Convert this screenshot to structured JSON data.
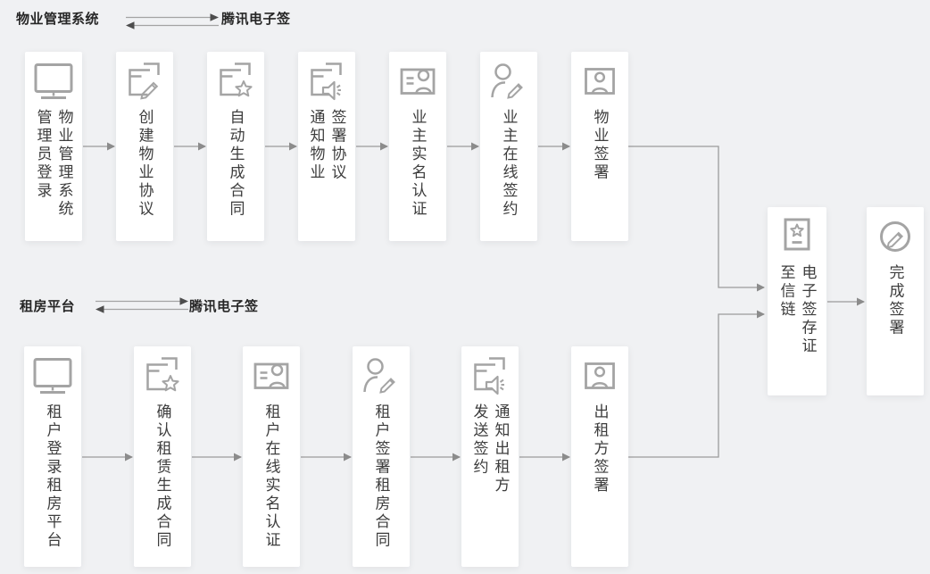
{
  "colors": {
    "background": "#f0f1f3",
    "box_background": "#ffffff",
    "icon_gray": "#a4a4a4",
    "step_text": "#3d3d3d",
    "header_text": "#262626",
    "arrow_line": "#9b9b9b",
    "arrow_head": "#8c8c8c",
    "header_arrow_head": "#4d4d4d"
  },
  "top_flow": {
    "header": {
      "left_label": "物业管理系统",
      "right_label": "腾讯电子签"
    },
    "boxes": [
      {
        "icon": "monitor-icon",
        "lines": [
          "管理员登录",
          "物业管理系统"
        ]
      },
      {
        "icon": "doc-pencil-icon",
        "lines": [
          "创建物业协议"
        ]
      },
      {
        "icon": "doc-star-icon",
        "lines": [
          "自动生成合同"
        ]
      },
      {
        "icon": "doc-megaphone-icon",
        "lines": [
          "通知物业",
          "签署协议"
        ]
      },
      {
        "icon": "id-card-icon",
        "lines": [
          "业主实名认证"
        ]
      },
      {
        "icon": "person-pencil-icon",
        "lines": [
          "业主在线签约"
        ]
      },
      {
        "icon": "person-frame-icon",
        "lines": [
          "物业签署"
        ]
      }
    ]
  },
  "bottom_flow": {
    "header": {
      "left_label": "租房平台",
      "right_label": "腾讯电子签"
    },
    "boxes": [
      {
        "icon": "monitor-icon",
        "lines": [
          "租户登录租房平台"
        ]
      },
      {
        "icon": "doc-star-icon",
        "lines": [
          "确认租赁生成合同"
        ]
      },
      {
        "icon": "id-card-icon",
        "lines": [
          "租户在线实名认证"
        ]
      },
      {
        "icon": "person-pencil-icon",
        "lines": [
          "租户签署租房合同"
        ]
      },
      {
        "icon": "doc-megaphone-icon",
        "lines": [
          "发送签约",
          "通知出租方"
        ]
      },
      {
        "icon": "person-frame-icon",
        "lines": [
          "出租方签署"
        ]
      }
    ]
  },
  "result_flow": {
    "boxes": [
      {
        "icon": "certificate-star-icon",
        "lines": [
          "至信链",
          "电子签存证"
        ]
      },
      {
        "icon": "pencil-circle-icon",
        "lines": [
          "完成签署"
        ]
      }
    ]
  }
}
